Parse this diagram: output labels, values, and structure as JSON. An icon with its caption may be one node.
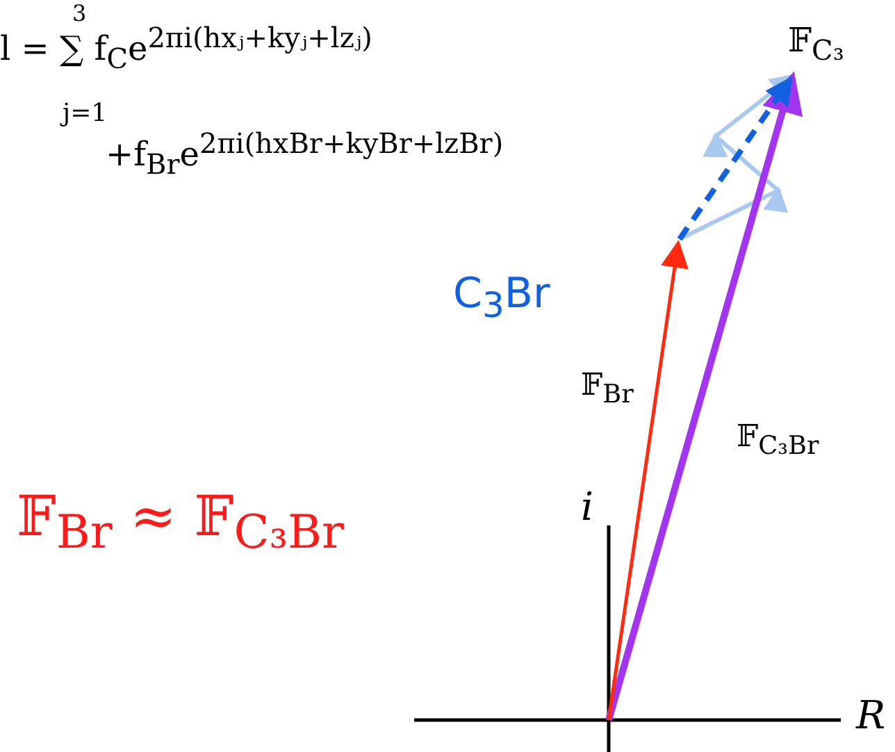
{
  "diagram": {
    "labels": [
      "3",
      "l = ∑ f$_{C}$e$^{2πi(hxⱼ+kyⱼ+lzⱼ)}$",
      "j=1",
      "+f$_{Br}$e$^{2πi(hxBr+kyBr+lzBr)}$",
      "𝔽$_{C₃}$",
      "C$_{3}$Br",
      "𝔽$_{Br}$",
      "𝔽$_{C₃Br}$",
      "i",
      "𝔽$_{Br}$ ≈ 𝔽$_{C₃Br}$",
      "R"
    ]
  }
}
